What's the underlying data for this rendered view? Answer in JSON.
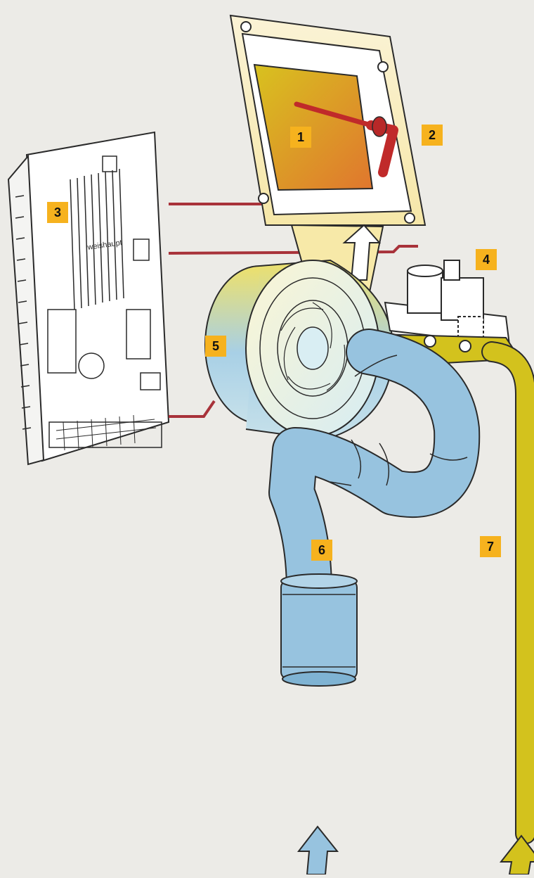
{
  "labels": {
    "one": "1",
    "two": "2",
    "three": "3",
    "four": "4",
    "five": "5",
    "six": "6",
    "seven": "7"
  },
  "brand_text": "weishaupt",
  "colors": {
    "background": "#ecebe7",
    "label_fill": "#f6b21e",
    "wire": "#a8323a",
    "air_duct": "#97c3df",
    "gas_pipe": "#d3c21d",
    "heat_exchanger": "#e2962a",
    "electrode": "#c02a2a",
    "outline": "#2a2a2a"
  },
  "icons": {
    "flow_arrow_exhaust": "up-arrow-white",
    "flow_arrow_air": "up-arrow-blue",
    "flow_arrow_gas": "up-arrow-yellow"
  }
}
